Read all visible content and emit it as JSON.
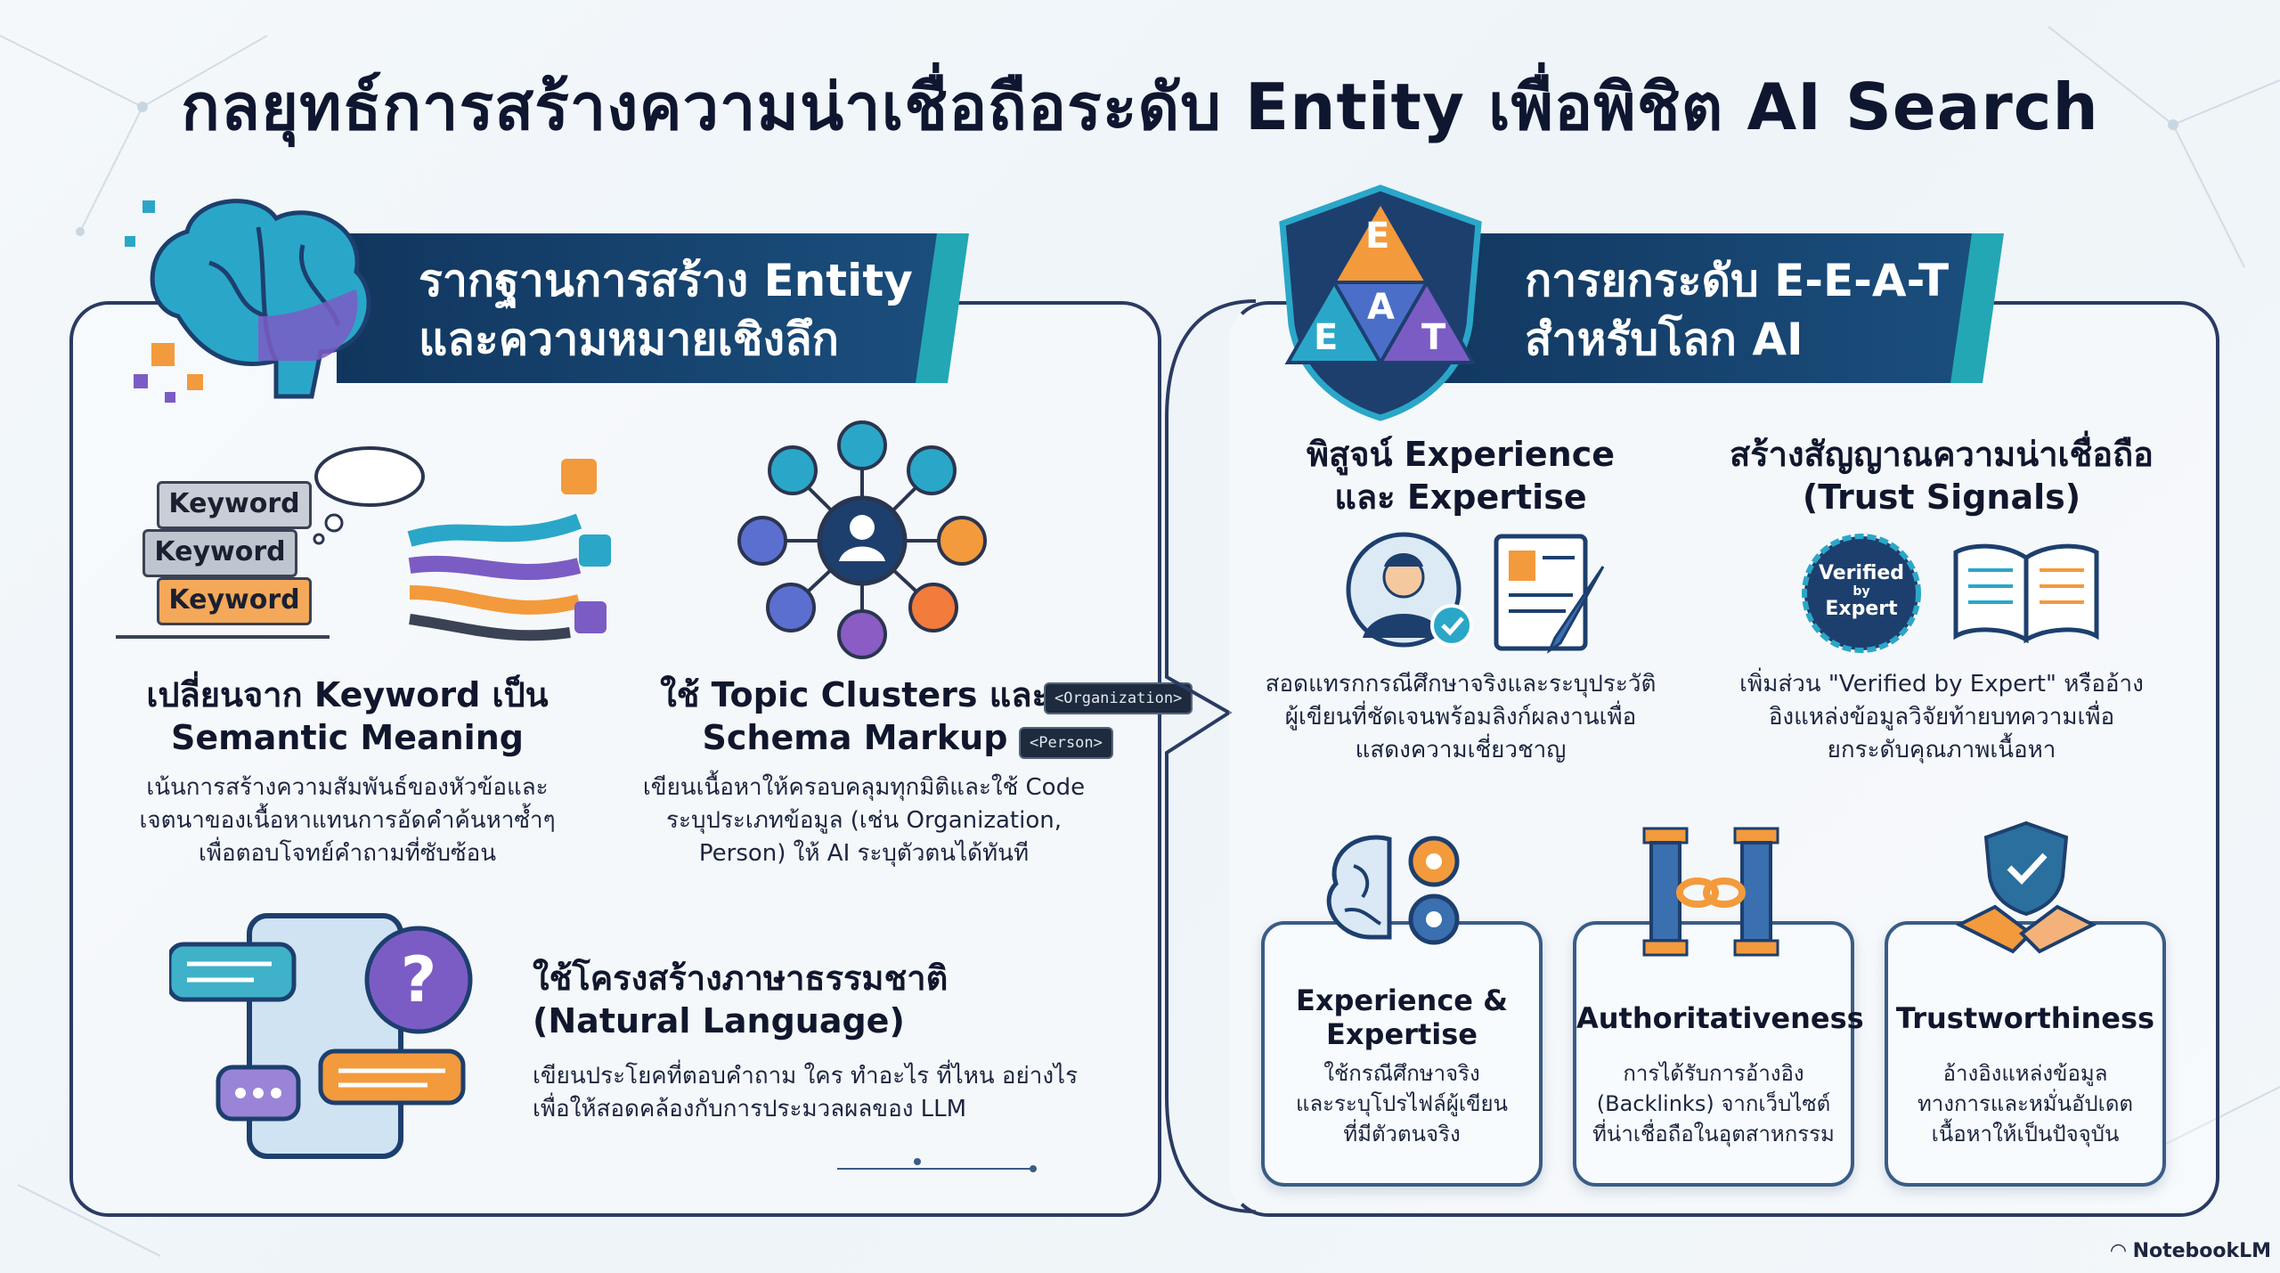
{
  "title": "กลยุทธ์การสร้างความน่าเชื่อถือระดับ Entity เพื่อพิชิต AI Search",
  "left": {
    "banner_line1": "รากฐานการสร้าง Entity",
    "banner_line2": "และความหมายเชิงลึก",
    "keywords": [
      "Keyword",
      "Keyword",
      "Keyword"
    ],
    "sec1": {
      "title_l1": "เปลี่ยนจาก Keyword เป็น",
      "title_l2": "Semantic Meaning",
      "body_l1": "เน้นการสร้างความสัมพันธ์ของหัวข้อและ",
      "body_l2": "เจตนาของเนื้อหาแทนการอัดคำค้นหาซ้ำๆ",
      "body_l3": "เพื่อตอบโจทย์คำถามที่ซับซ้อน"
    },
    "sec2": {
      "title_l1": "ใช้ Topic Clusters และ",
      "title_l2": "Schema Markup",
      "tag1": "<Organization>",
      "tag2": "<Person>",
      "body_l1": "เขียนเนื้อหาให้ครอบคลุมทุกมิติและใช้ Code",
      "body_l2": "ระบุประเภทข้อมูล (เช่น Organization,",
      "body_l3": "Person) ให้ AI ระบุตัวตนได้ทันที"
    },
    "sec3": {
      "title_l1": "ใช้โครงสร้างภาษาธรรมชาติ",
      "title_l2": "(Natural Language)",
      "body_l1": "เขียนประโยคที่ตอบคำถาม ใคร ทำอะไร ที่ไหน อย่างไร",
      "body_l2": "เพื่อให้สอดคล้องกับการประมวลผลของ LLM"
    }
  },
  "right": {
    "banner_line1": "การยกระดับ E-E-A-T",
    "banner_line2": "สำหรับโลก AI",
    "shield_letters": [
      "E",
      "E",
      "A",
      "T"
    ],
    "sec1": {
      "title_l1": "พิสูจน์ Experience",
      "title_l2": "และ Expertise",
      "body_l1": "สอดแทรกกรณีศึกษาจริงและระบุประวัติ",
      "body_l2": "ผู้เขียนที่ชัดเจนพร้อมลิงก์ผลงานเพื่อ",
      "body_l3": "แสดงความเชี่ยวชาญ"
    },
    "sec2": {
      "title_l1": "สร้างสัญญาณความน่าเชื่อถือ",
      "title_l2": "(Trust Signals)",
      "badge_l1": "Verified",
      "badge_l2": "by",
      "badge_l3": "Expert",
      "body_l1": "เพิ่มส่วน \"Verified by Expert\" หรืออ้าง",
      "body_l2": "อิงแหล่งข้อมูลวิจัยท้ายบทความเพื่อ",
      "body_l3": "ยกระดับคุณภาพเนื้อหา"
    },
    "cards": [
      {
        "title_l1": "Experience &",
        "title_l2": "Expertise",
        "body_l1": "ใช้กรณีศึกษาจริง",
        "body_l2": "และระบุโปรไฟล์ผู้เขียน",
        "body_l3": "ที่มีตัวตนจริง"
      },
      {
        "title_l1": "Authoritativeness",
        "title_l2": "",
        "body_l1": "การได้รับการอ้างอิง",
        "body_l2": "(Backlinks) จากเว็บไซต์",
        "body_l3": "ที่น่าเชื่อถือในอุตสาหกรรม"
      },
      {
        "title_l1": "Trustworthiness",
        "title_l2": "",
        "body_l1": "อ้างอิงแหล่งข้อมูล",
        "body_l2": "ทางการและหมั่นอัปเดต",
        "body_l3": "เนื้อหาให้เป็นปัจจุบัน"
      }
    ]
  },
  "footer": {
    "brand": "NotebookLM"
  },
  "colors": {
    "navy": "#11365e",
    "teal": "#23a7b4",
    "orange": "#f39a3c",
    "purple": "#7b5cc4"
  }
}
